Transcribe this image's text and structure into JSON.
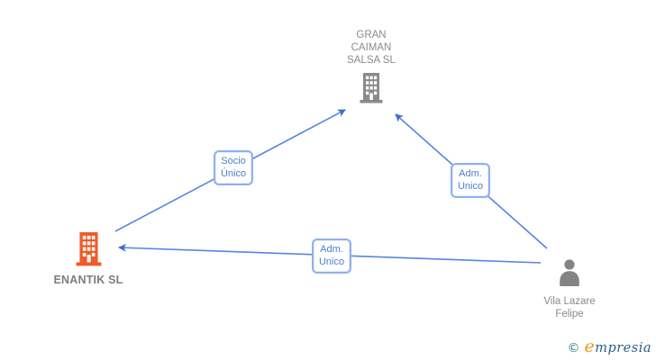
{
  "diagram": {
    "nodes": {
      "gran_caiman": {
        "entity_type": "company",
        "name_lines": [
          "GRAN",
          "CAIMAN",
          "SALSA SL"
        ]
      },
      "enantik": {
        "entity_type": "company",
        "name": "ENANTIK SL"
      },
      "vila_lazare": {
        "entity_type": "person",
        "name_lines": [
          "Vila Lazare",
          "Felipe"
        ]
      }
    },
    "edges": [
      {
        "label_lines": [
          "Socio",
          "Único"
        ],
        "from": "ENANTIK SL",
        "to": "GRAN CAIMAN SALSA SL"
      },
      {
        "label_lines": [
          "Adm.",
          "Unico"
        ],
        "from": "Vila Lazare Felipe",
        "to": "GRAN CAIMAN SALSA SL"
      },
      {
        "label_lines": [
          "Adm.",
          "Unico"
        ],
        "from": "Vila Lazare Felipe",
        "to": "ENANTIK SL"
      }
    ],
    "colors": {
      "edge_line": "#5585e0",
      "arrowhead": "#3b6ed6",
      "edge_label_border": "#8fb0f0",
      "edge_label_text": "#4a7fd1",
      "company_icon_gray": "#8a8a8a",
      "company_icon_orange": "#f15a29",
      "person_icon": "#848484",
      "node_text": "#8a8a8a"
    },
    "watermark": {
      "copyright": "©",
      "brand_initial": "e",
      "brand_rest": "mpresia"
    }
  }
}
